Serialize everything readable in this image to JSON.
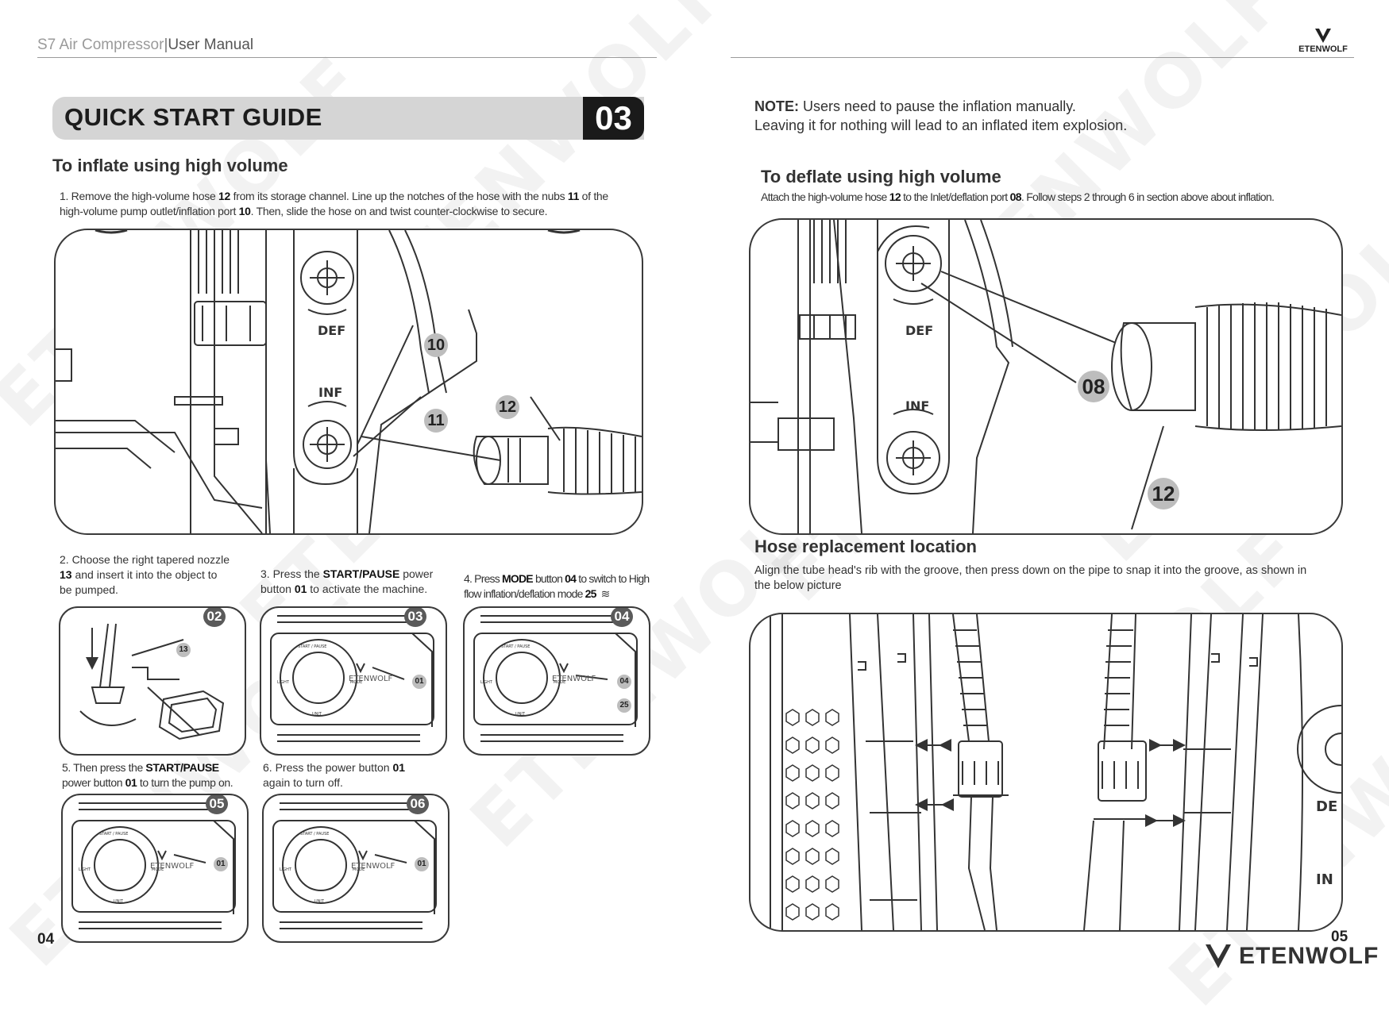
{
  "header": {
    "product": "S7 Air Compressor",
    "separator": "|",
    "doc": "User Manual",
    "brand_small": "ETENWOLF"
  },
  "watermark": "ETENWOLF",
  "section": {
    "title": "QUICK START GUIDE",
    "number": "03"
  },
  "inflate": {
    "heading": "To inflate using high volume",
    "step1_parts": [
      "1. Remove the high-volume hose ",
      "12",
      " from its storage channel. Line up the notches of the hose with the nubs ",
      "11",
      " of the",
      "high-volume pump outlet/inflation port ",
      "10",
      ". Then, slide the hose on and twist counter-clockwise to secure."
    ],
    "callouts": [
      "10",
      "11",
      "12"
    ],
    "port_labels": [
      "DEF",
      "INF"
    ]
  },
  "steps": [
    {
      "tag": "02",
      "text_a": "2. Choose the right tapered nozzle",
      "bold": "13",
      "text_b": " and insert it into the object to",
      "text_c": "be pumped.",
      "callouts": [
        "13"
      ]
    },
    {
      "tag": "03",
      "text_a": "3. Press the ",
      "bold": "START/PAUSE",
      "text_b": " power",
      "text_c_bold": "01",
      "text_c_pre": "button ",
      "text_c_post": " to activate the machine.",
      "callouts": [
        "01"
      ]
    },
    {
      "tag": "04",
      "text_a": "4. Press ",
      "bold": "MODE",
      "text_b": " button ",
      "bold2": "04",
      "text_b2": " to switch to High",
      "text_c": "flow inflation/deflation mode ",
      "bold3": "25",
      "callouts": [
        "04",
        "25"
      ]
    },
    {
      "tag": "05",
      "text_a": "5. Then press the ",
      "bold": "START/PAUSE",
      "text_b": "power button ",
      "bold2": "01",
      "text_c": " to turn the pump on.",
      "callouts": [
        "01"
      ]
    },
    {
      "tag": "06",
      "text_a": "6. Press the power button ",
      "bold": "01",
      "text_b": "again to turn off.",
      "callouts": [
        "01"
      ]
    }
  ],
  "device_labels": {
    "start": "START / PAUSE",
    "brand": "ETENWOLF",
    "light": "LIGHT",
    "mode": "MODE",
    "unit": "UNIT"
  },
  "note": {
    "label": "NOTE:",
    "line1": " Users need to pause the inflation manually.",
    "line2": "Leaving it for nothing will lead to an inflated item explosion."
  },
  "deflate": {
    "heading": "To deflate using high volume",
    "text_parts": [
      "Attach the high-volume hose ",
      "12",
      " to the Inlet/deflation port ",
      "08",
      ". Follow steps 2 through 6 in section above about inflation."
    ],
    "callouts": [
      "08",
      "12"
    ],
    "port_labels": [
      "DEF",
      "INF"
    ]
  },
  "hose": {
    "heading": "Hose replacement location",
    "line1": "Align the tube head's rib with the groove, then press down on the pipe to snap it into the groove, as shown in",
    "line2": "the below picture",
    "edge_labels": [
      "DE",
      "IN"
    ]
  },
  "footer": {
    "left_page": "04",
    "right_page": "05",
    "brand": "ETENWOLF"
  }
}
